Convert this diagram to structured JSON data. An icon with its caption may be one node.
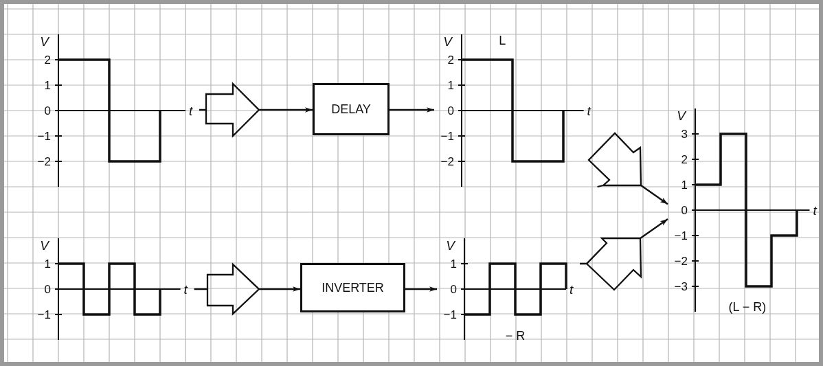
{
  "diagram": {
    "nodes": [
      {
        "text": [],
        "shape": "chart",
        "beside": [
          "V",
          "2",
          "1",
          "0",
          "−1",
          "−2",
          "t"
        ]
      },
      {
        "text": [
          "DELAY"
        ]
      },
      {
        "text": [
          "L"
        ],
        "beside": [
          "V",
          "2",
          "1",
          "0",
          "−1",
          "−2",
          "t"
        ]
      },
      {
        "text": [
          "(L − R)"
        ],
        "beside": [
          "V",
          "3",
          "2",
          "1",
          "0",
          "−1",
          "−2",
          "−3",
          "t"
        ]
      },
      {
        "text": [],
        "shape": "chart",
        "beside": [
          "V",
          "1",
          "0",
          "−1",
          "t"
        ]
      },
      {
        "text": [
          "INVERTER"
        ]
      },
      {
        "text": [
          "− R"
        ],
        "beside": [
          "V",
          "1",
          "0",
          "−1",
          "t"
        ]
      }
    ],
    "edges": [
      {
        "from": 0,
        "to": 1,
        "arrow": "to"
      },
      {
        "from": 1,
        "to": 2,
        "arrow": "to"
      },
      {
        "from": 2,
        "to": 3,
        "arrow": "to"
      },
      {
        "from": 4,
        "to": 5,
        "arrow": "to"
      },
      {
        "from": 5,
        "to": 6,
        "arrow": "to"
      },
      {
        "from": 6,
        "to": 3,
        "arrow": "to"
      }
    ]
  }
}
